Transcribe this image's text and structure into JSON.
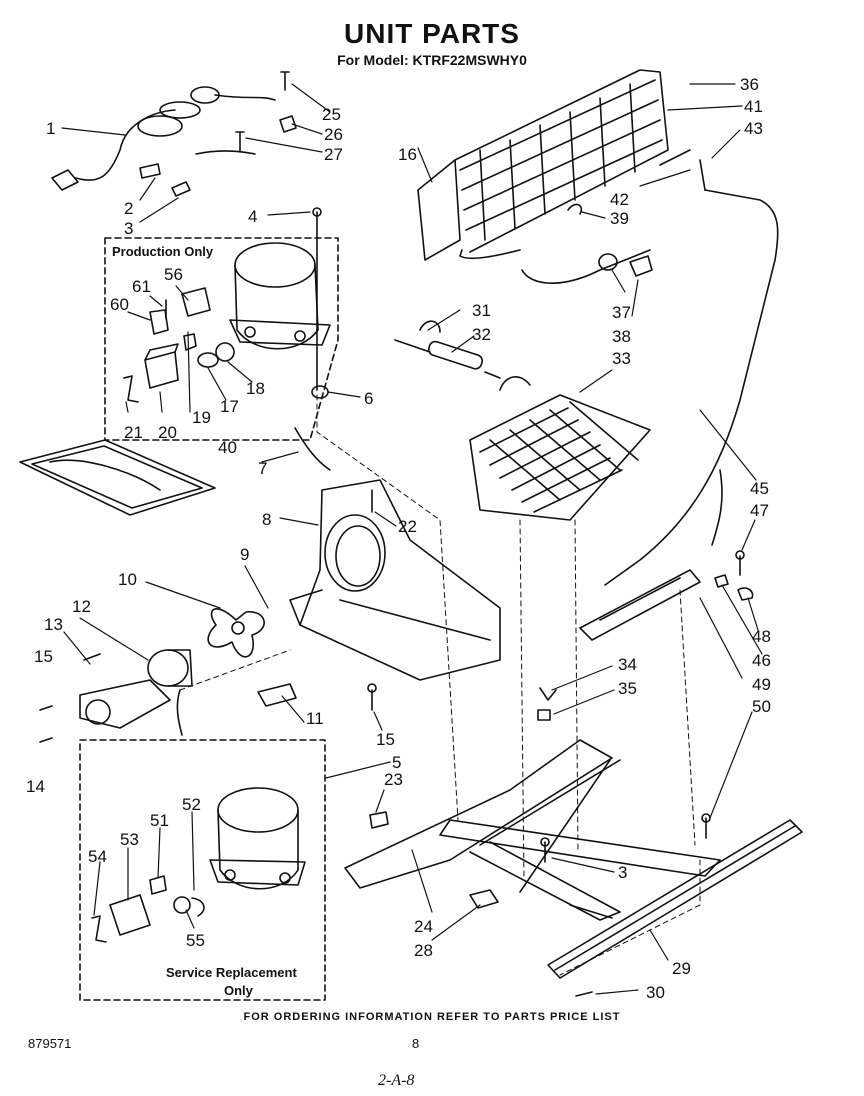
{
  "title": "UNIT PARTS",
  "subtitle": "For Model: KTRF22MSWHY0",
  "production_box": "Production Only",
  "service_box_line1": "Service Replacement",
  "service_box_line2": "Only",
  "footer": "FOR ORDERING INFORMATION REFER TO PARTS PRICE LIST",
  "doc_number": "879571",
  "page_number": "8",
  "handwritten": "2-A-8",
  "part_labels": [
    "1",
    "2",
    "3",
    "4",
    "5",
    "6",
    "7",
    "8",
    "9",
    "10",
    "11",
    "12",
    "13",
    "14",
    "15",
    "15",
    "16",
    "17",
    "18",
    "19",
    "20",
    "21",
    "22",
    "23",
    "24",
    "25",
    "26",
    "27",
    "28",
    "29",
    "30",
    "31",
    "32",
    "33",
    "34",
    "35",
    "36",
    "37",
    "38",
    "39",
    "40",
    "41",
    "42",
    "43",
    "45",
    "46",
    "47",
    "48",
    "49",
    "50",
    "51",
    "52",
    "53",
    "54",
    "55",
    "56",
    "60",
    "61",
    "3"
  ]
}
